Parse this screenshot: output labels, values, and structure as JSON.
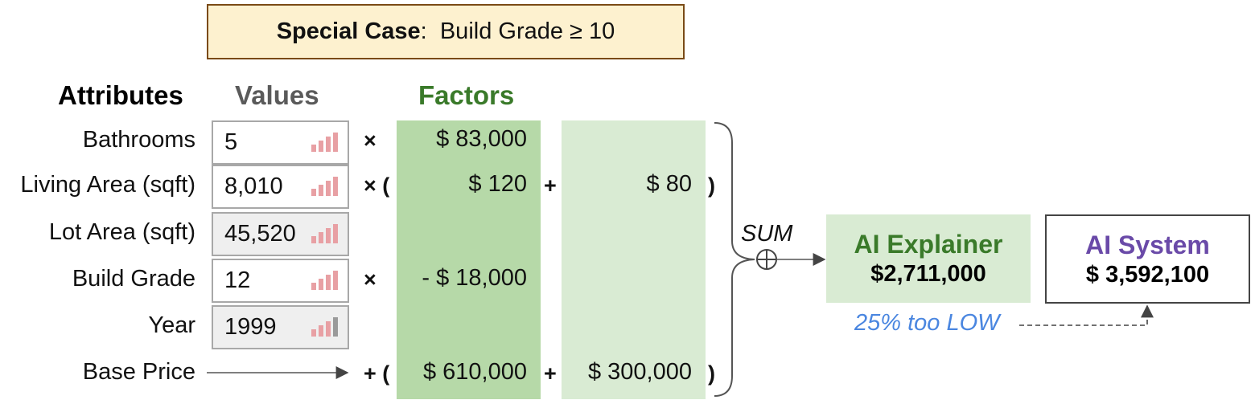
{
  "special_case": {
    "label": "Special Case",
    "separator": ":",
    "condition": "Build Grade ≥ 10"
  },
  "headers": {
    "attributes": "Attributes",
    "values": "Values",
    "factors": "Factors"
  },
  "rows": [
    {
      "attribute": "Bathrooms",
      "value": "5",
      "op_left": "×",
      "factor1": "$ 83,000",
      "op_mid": "",
      "factor2": "",
      "op_right": "",
      "value_bg": "white",
      "bar_color": "pink"
    },
    {
      "attribute": "Living Area (sqft)",
      "value": "8,010",
      "op_left": "× (",
      "factor1": "$ 120",
      "op_mid": "+",
      "factor2": "$ 80",
      "op_right": ")",
      "value_bg": "white",
      "bar_color": "pink"
    },
    {
      "attribute": "Lot Area (sqft)",
      "value": "45,520",
      "op_left": "",
      "factor1": "",
      "op_mid": "",
      "factor2": "",
      "op_right": "",
      "value_bg": "gray",
      "bar_color": "pink"
    },
    {
      "attribute": "Build Grade",
      "value": "12",
      "op_left": "×",
      "factor1": "- $ 18,000",
      "op_mid": "",
      "factor2": "",
      "op_right": "",
      "value_bg": "white",
      "bar_color": "pink"
    },
    {
      "attribute": "Year",
      "value": "1999",
      "op_left": "",
      "factor1": "",
      "op_mid": "",
      "factor2": "",
      "op_right": "",
      "value_bg": "gray",
      "bar_color": "gray"
    }
  ],
  "base_price": {
    "attribute": "Base Price",
    "op_left": "+ (",
    "factor1": "$ 610,000",
    "op_mid": "+",
    "factor2": "$ 300,000",
    "op_right": ")"
  },
  "sum": {
    "label": "SUM"
  },
  "explainer": {
    "title": "AI Explainer",
    "value": "$2,711,000"
  },
  "system": {
    "title": "AI System",
    "value": "$ 3,592,100"
  },
  "difference": {
    "text": "25% too LOW"
  },
  "colors": {
    "explainer_title": "#3a7a2a",
    "system_title": "#6a4aa8",
    "difference": "#4a86e0",
    "factor_dark": "#b6d9a8",
    "factor_light": "#d9ebd3",
    "bar_pink": "#e8a0a4",
    "bar_gray": "#9a9a9a"
  },
  "icons": {
    "bars": "bar-strength-icon",
    "sum": "circled-plus-icon"
  }
}
